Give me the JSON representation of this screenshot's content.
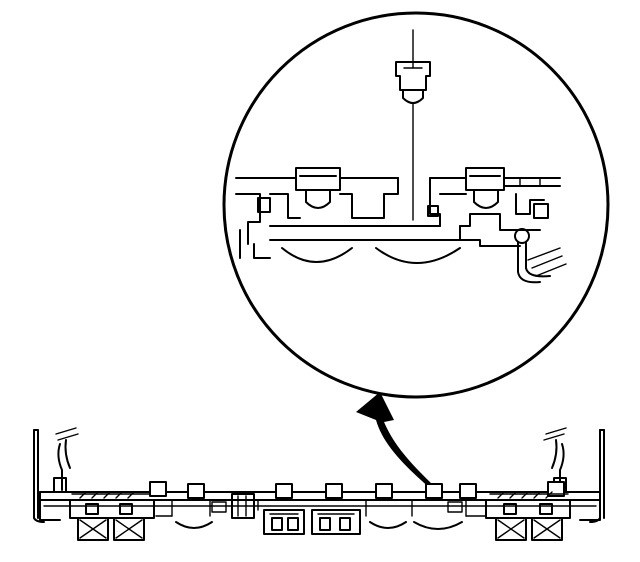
{
  "diagram": {
    "type": "technical-line-drawing",
    "colors": {
      "ink": "#000000",
      "background": "#ffffff"
    },
    "icons": {
      "magnify": "magnified-detail-circle",
      "pointer": "curved-arrow",
      "fastener": "push-pin-retainer"
    }
  }
}
